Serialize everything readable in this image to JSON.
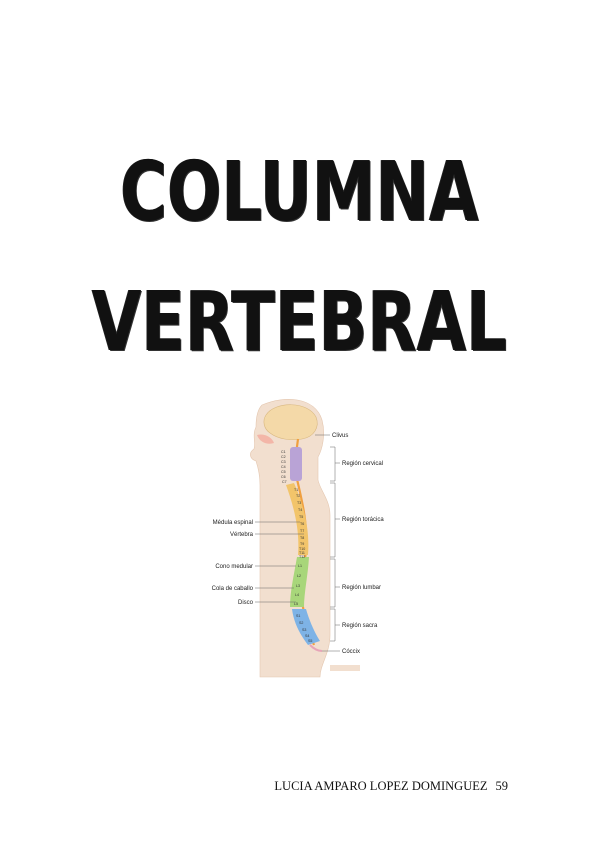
{
  "title": {
    "line1": "COLUMNA",
    "line2": "VERTEBRAL"
  },
  "figure": {
    "labels_right": {
      "clivus": "Clivus",
      "cervical": "Región cervical",
      "thoracic": "Región torácica",
      "lumbar": "Región lumbar",
      "sacral": "Región sacra",
      "coccyx": "Cóccix"
    },
    "labels_left": {
      "spinal_cord": "Médula espinal",
      "vertebra": "Vértebra",
      "conus": "Cono medular",
      "cauda": "Cola de caballo",
      "disc": "Disco"
    },
    "vertebrae": {
      "cervical": [
        "C1",
        "C2",
        "C3",
        "C4",
        "C5",
        "C6",
        "C7"
      ],
      "thoracic": [
        "T1",
        "T2",
        "T3",
        "T4",
        "T5",
        "T6",
        "T7",
        "T8",
        "T9",
        "T10",
        "T11",
        "T12"
      ],
      "lumbar": [
        "L1",
        "L2",
        "L3",
        "L4",
        "L5"
      ],
      "sacral": [
        "S1",
        "S2",
        "S3",
        "S4",
        "S5"
      ]
    },
    "colors": {
      "skin": "#f2dfcf",
      "brain": "#f4d9a8",
      "cervical": "#b9a3d6",
      "thoracic": "#f2c46a",
      "lumbar": "#a8d67a",
      "sacral": "#7eb3e6",
      "cord": "#f0a040"
    }
  },
  "footer": {
    "author": "LUCIA AMPARO LOPEZ DOMINGUEZ",
    "page": "59"
  }
}
